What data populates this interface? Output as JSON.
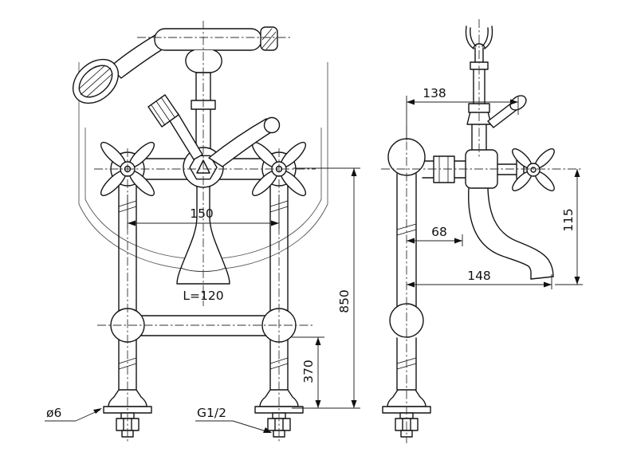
{
  "front_view": {
    "label_center_distance": "150",
    "label_spout_length": "L=120",
    "label_total_height": "850",
    "label_mount_height": "370",
    "label_hole_diameter": "ø6",
    "label_thread": "G1/2"
  },
  "side_view": {
    "label_depth": "138",
    "label_spout_offset": "68",
    "label_spout_reach": "148",
    "label_spout_height": "115"
  }
}
